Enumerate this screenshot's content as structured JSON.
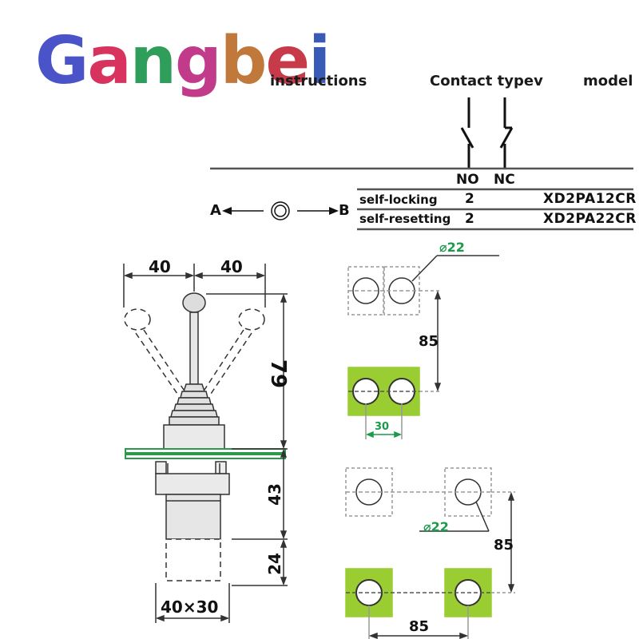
{
  "brand": {
    "letters": [
      {
        "ch": "G",
        "color": "#4a54c8"
      },
      {
        "ch": "a",
        "color": "#d8325e"
      },
      {
        "ch": "n",
        "color": "#2e9e5a"
      },
      {
        "ch": "g",
        "color": "#c23a8a"
      },
      {
        "ch": "b",
        "color": "#c0793a"
      },
      {
        "ch": "e",
        "color": "#c63a4a"
      },
      {
        "ch": "i",
        "color": "#3a5ab8"
      }
    ]
  },
  "header": {
    "instructions": "instructions",
    "contact_type": "Contact typev",
    "model": "model"
  },
  "contacts": {
    "no": "NO",
    "nc": "NC"
  },
  "direction": {
    "left": "A",
    "right": "B"
  },
  "rows": [
    {
      "type": "self-locking",
      "count": "2",
      "model": "XD2PA12CR"
    },
    {
      "type": "self-resetting",
      "count": "2",
      "model": "XD2PA22CR"
    }
  ],
  "dimensions": {
    "lever_left": "40",
    "lever_right": "40",
    "height_upper": "79",
    "height_mid": "43",
    "height_lower": "24",
    "base": "40×30",
    "hole_dia_top": "⌀22",
    "spacing_vertical": "85",
    "width_green": "30",
    "hole_dia_bottom": "⌀22",
    "spacing_vertical_2": "85",
    "spacing_horizontal": "85"
  },
  "colors": {
    "accent_green": "#9acd32",
    "dim_green": "#1a9a4a",
    "line": "#333333"
  }
}
